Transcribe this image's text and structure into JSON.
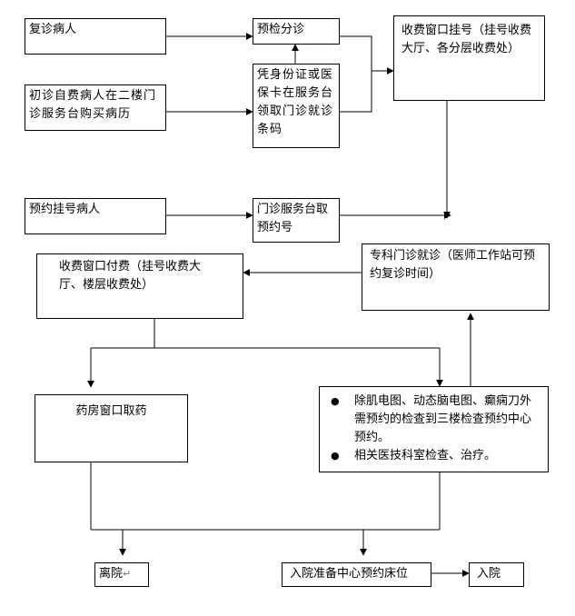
{
  "nodes": {
    "revisit": "复诊病人",
    "first_visit": "初诊自费病人在二楼门诊服务台购买病历",
    "appointment": "预约挂号病人",
    "triage": "预检分诊",
    "id_card": "凭身份证或医保卡在服务台领取门诊就诊条码",
    "outpatient_desk": "门诊服务台取预约号",
    "register_window": "收费窗口挂号（挂号收费大厅、各分层收费处）",
    "specialist": "专科门诊就诊（医师工作站可预约复诊时间）",
    "pay_window": "收费窗口付费（挂号收费大厅、楼层收费处）",
    "pharmacy": "药房窗口取药",
    "exam_items": [
      "除肌电图、动态脑电图、癫痫刀外需预约的检查到三楼检查预约中心预约。",
      "相关医技科室检查、治疗。"
    ],
    "leave": "离院",
    "leave_mark": "↵",
    "admission_prep": "入院准备中心预约床位",
    "admission": "入院"
  }
}
